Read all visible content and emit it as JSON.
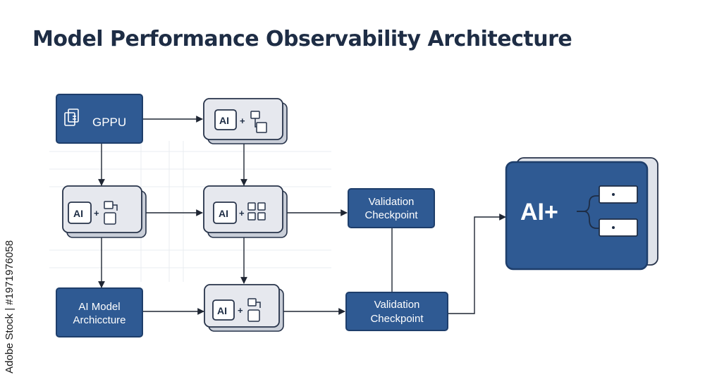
{
  "title": "Model Performance Observability Architecture",
  "side_watermark": "Adobe Stock | #1971976058",
  "nodes": {
    "gppu": {
      "label": "GPPU",
      "icon": "folder-stack-icon"
    },
    "chip_top": {
      "text": "AI",
      "plus": "+",
      "icon": "document-tree-icon"
    },
    "chip_left": {
      "text": "AI",
      "plus": "+",
      "icon": "document-tree-icon"
    },
    "chip_center": {
      "text": "AI",
      "plus": "+",
      "icon": "grid-blocks-icon"
    },
    "chip_bottom": {
      "text": "AI",
      "plus": "+",
      "icon": "document-tree-icon"
    },
    "model_arch": {
      "line1": "AI Model",
      "line2": "Archiccture"
    },
    "validation_1": {
      "line1": "Validation",
      "line2": "Checkpoint"
    },
    "validation_2": {
      "line1": "Validation",
      "line2": "Checkpoint"
    },
    "big_ai": {
      "text": "AI+"
    }
  },
  "colors": {
    "navy": "#2f5a93",
    "navy_border": "#1e3e6b",
    "chip_fill": "#e6e8ee",
    "chip_border": "#27334a",
    "line": "#1f2633",
    "title": "#1e2d45"
  }
}
